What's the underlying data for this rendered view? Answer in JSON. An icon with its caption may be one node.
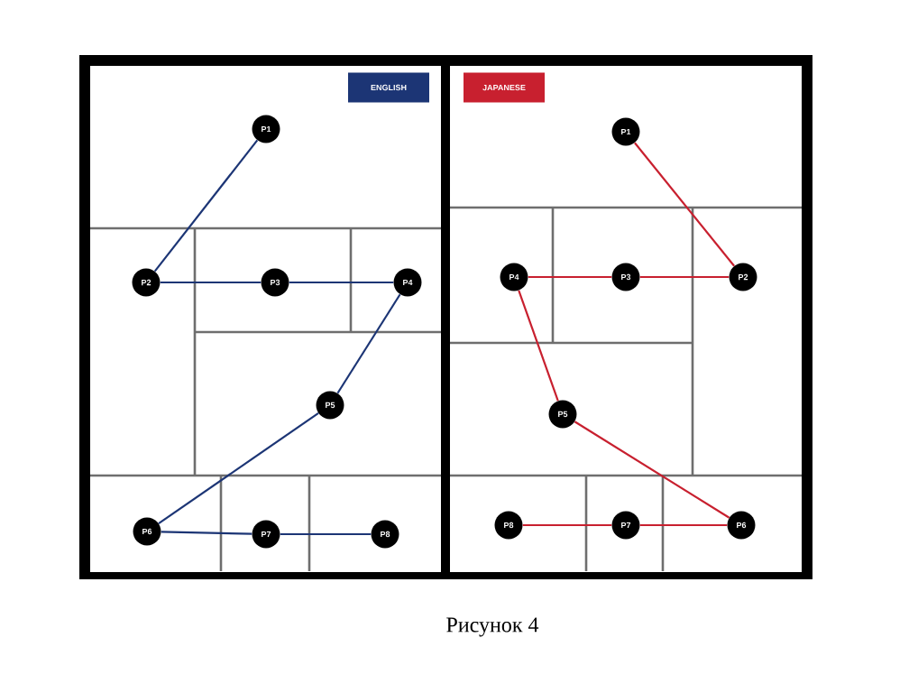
{
  "diagram": {
    "caption": "Рисунок 4",
    "nodes": [
      {
        "text": [
          "ENGLISH"
        ]
      },
      {
        "text": [
          "P1"
        ]
      },
      {
        "text": [
          "P2"
        ]
      },
      {
        "text": [
          "P3"
        ]
      },
      {
        "text": [
          "P4"
        ]
      },
      {
        "text": [
          "P5"
        ]
      },
      {
        "text": [
          "P6"
        ]
      },
      {
        "text": [
          "P7"
        ]
      },
      {
        "text": [
          "P8"
        ]
      },
      {
        "text": [
          "JAPANESE"
        ]
      },
      {
        "text": [
          "P1"
        ]
      },
      {
        "text": [
          "P2"
        ]
      },
      {
        "text": [
          "P3"
        ]
      },
      {
        "text": [
          "P4"
        ]
      },
      {
        "text": [
          "P5"
        ]
      },
      {
        "text": [
          "P6"
        ]
      },
      {
        "text": [
          "P7"
        ]
      },
      {
        "text": [
          "P8"
        ]
      }
    ],
    "edges": [
      {
        "from": 1,
        "to": 2,
        "arrow": "none",
        "color": "#1c3575"
      },
      {
        "from": 2,
        "to": 3,
        "arrow": "none",
        "color": "#1c3575"
      },
      {
        "from": 3,
        "to": 4,
        "arrow": "none",
        "color": "#1c3575"
      },
      {
        "from": 4,
        "to": 5,
        "arrow": "none",
        "color": "#1c3575"
      },
      {
        "from": 5,
        "to": 6,
        "arrow": "none",
        "color": "#1c3575"
      },
      {
        "from": 6,
        "to": 7,
        "arrow": "none",
        "color": "#1c3575"
      },
      {
        "from": 7,
        "to": 8,
        "arrow": "none",
        "color": "#1c3575"
      },
      {
        "from": 10,
        "to": 11,
        "arrow": "none",
        "color": "#c8202f"
      },
      {
        "from": 11,
        "to": 12,
        "arrow": "none",
        "color": "#c8202f"
      },
      {
        "from": 12,
        "to": 13,
        "arrow": "none",
        "color": "#c8202f"
      },
      {
        "from": 13,
        "to": 14,
        "arrow": "none",
        "color": "#c8202f"
      },
      {
        "from": 14,
        "to": 15,
        "arrow": "none",
        "color": "#c8202f"
      },
      {
        "from": 15,
        "to": 16,
        "arrow": "none",
        "color": "#c8202f"
      },
      {
        "from": 16,
        "to": 17,
        "arrow": "none",
        "color": "#c8202f"
      }
    ]
  }
}
